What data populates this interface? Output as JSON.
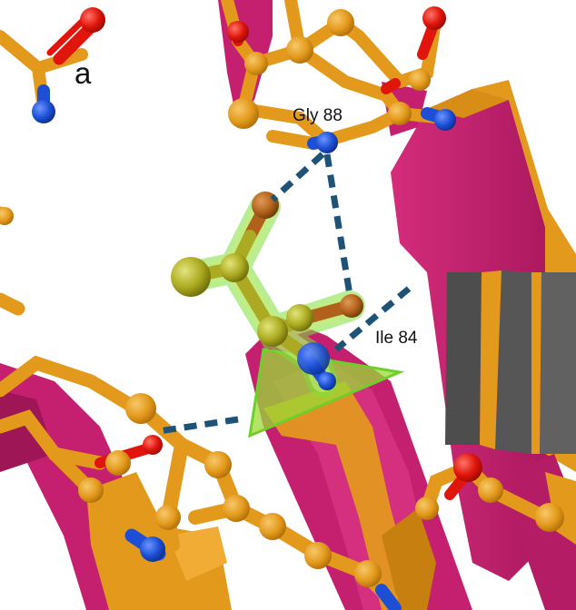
{
  "figure": {
    "panel_label": "a",
    "residue_labels": {
      "gly": "Gly 88",
      "ile": "Ile 84"
    }
  },
  "colors": {
    "background": "#ffffff",
    "carbon_gold": "#E39A1C",
    "carbon_dark": "#B9780F",
    "sheet_magenta": "#C4206F",
    "sheet_magenta_dark": "#8E154F",
    "oxygen_red": "#E0150B",
    "nitrogen_blue": "#1C4FD6",
    "hbond_dash": "#1E5378",
    "ligand_highlight": "#7FE03B",
    "ligand_olive": "#A7A51C",
    "strand_dark_gray": "#575757"
  }
}
